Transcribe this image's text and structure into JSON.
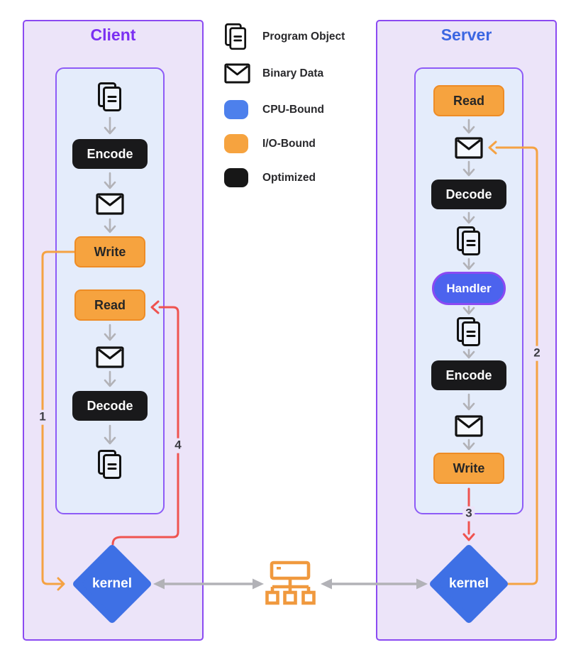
{
  "client": {
    "title": "Client",
    "steps": {
      "encode": "Encode",
      "write": "Write",
      "read": "Read",
      "decode": "Decode"
    },
    "kernel_label": "kernel"
  },
  "server": {
    "title": "Server",
    "steps": {
      "read": "Read",
      "decode": "Decode",
      "handler": "Handler",
      "encode": "Encode",
      "write": "Write"
    },
    "kernel_label": "kernel"
  },
  "legend": {
    "items": [
      {
        "icon": "program-object-icon",
        "label": "Program Object"
      },
      {
        "icon": "binary-data-icon",
        "label": "Binary Data"
      },
      {
        "icon": "cpu-bound-swatch",
        "label": "CPU-Bound",
        "color": "#4d80ec"
      },
      {
        "icon": "io-bound-swatch",
        "label": "I/O-Bound",
        "color": "#f6a33f"
      },
      {
        "icon": "optimized-swatch",
        "label": "Optimized",
        "color": "#171717"
      }
    ]
  },
  "sequence_labels": {
    "step1": "1",
    "step2": "2",
    "step3": "3",
    "step4": "4"
  },
  "colors": {
    "panel_border": "#8b4af2",
    "outer_panel_fill": "#ece4f9",
    "inner_panel_fill": "#e4ecfb",
    "client_title": "#7b2ff2",
    "server_title": "#3b66e2",
    "optimized_fill": "#19191b",
    "io_bound_fill": "#f6a33f",
    "io_bound_border": "#ee8c25",
    "handler_fill": "#4c63ee",
    "kernel_fill": "#3e70e5",
    "orange_line": "#f5a243",
    "red_line": "#ef5350",
    "gray_arrow": "#b2b2b7",
    "network_icon": "#f0993e"
  }
}
